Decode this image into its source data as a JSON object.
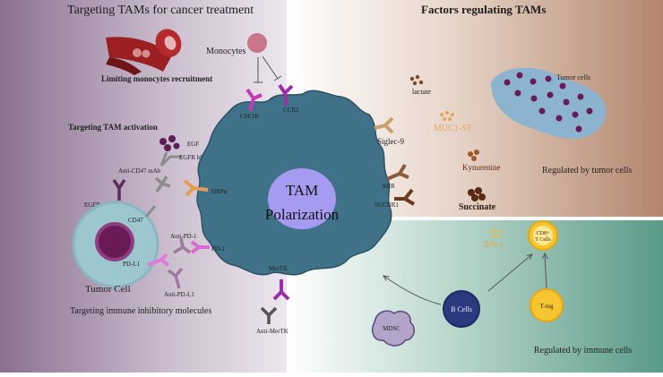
{
  "left_panel": {
    "title": "Targeting TAMs for cancer treatment",
    "monocytes_label": "Monocytes",
    "recruitment_caption": "Limiting monocytes recruitment",
    "activation_heading": "Targeting TAM activation",
    "egf_label": "EGF",
    "egfr_blockade_label": "EGFR blockade",
    "anti_cd47_label": "Anti-CD47 mAb",
    "egfr_label": "EGFR",
    "cd47_label": "CD47",
    "pdl1_label": "PD-L1",
    "anti_pd1_label": "Anti-PD-1",
    "anti_pdl1_label": "Anti-PD-L1",
    "tumor_cell_label": "Tumor Cell",
    "inhibitory_caption": "Targeting immune inhibitory molecules",
    "anti_mertk_label": "Anti-MerTK"
  },
  "tam": {
    "title_line1": "TAM",
    "title_line2": "Polarization",
    "csf1r_label": "CSF1R",
    "ccr2_label": "CCR2",
    "sirpa_label": "SIRPα",
    "pd1_label": "PD-1",
    "mertk_label": "MerTK",
    "siglec_label": "Siglec-9",
    "ahr_label": "AHR",
    "sucnr1_label": "SUCNR1"
  },
  "tumor_factors": {
    "title": "Factors regulating TAMs",
    "tumor_cells_label": "Tumor cells",
    "lactate_label": "lactate",
    "muc1_label": "MUC1-ST",
    "kynurenine_label": "Kynurenine",
    "succinate_label": "Succinate",
    "caption": "Regulated by tumor cells"
  },
  "immune_factors": {
    "ifn_label": "IFN-γ",
    "cd8_label_line1": "CD8+",
    "cd8_label_line2": "T Cells",
    "b_cells_label": "B Cells",
    "treg_label": "T-reg",
    "mdsc_label": "MDSC",
    "caption": "Regulated by immune cells"
  },
  "colors": {
    "tam_body": "#3f7188",
    "tam_nucleus": "#a59cf2",
    "tumor_red": "#9c1f21",
    "receptor_magenta": "#b02bb0",
    "receptor_tan": "#c9a070",
    "receptor_brown": "#6b3b1f",
    "succinate_brown": "#5a2a14",
    "muc1_orange": "#e8a45a",
    "ifn_gold": "#f0b73a",
    "b_cell_navy": "#2b3a7f",
    "tumor_cell_blue": "#8cb3cf",
    "tumor_nucleus_purple": "#6a1a58"
  }
}
